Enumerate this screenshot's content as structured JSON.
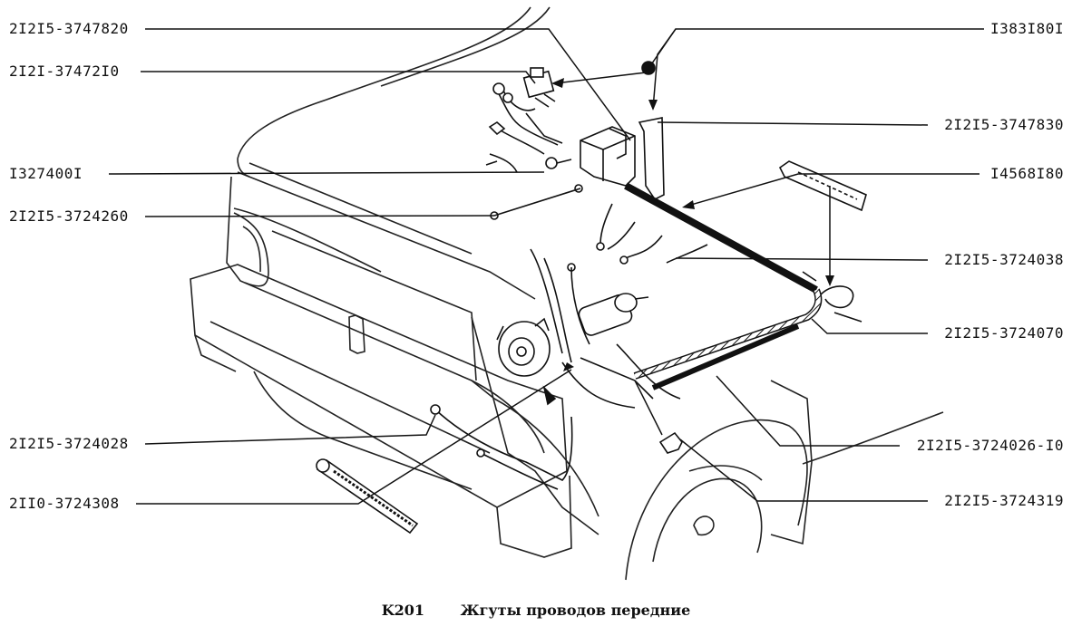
{
  "caption": {
    "code": "K201",
    "title": "Жгуты проводов передние"
  },
  "callouts_left": [
    {
      "id": "l1",
      "label": "2I2I5-3747820"
    },
    {
      "id": "l2",
      "label": "2I2I-37472I0"
    },
    {
      "id": "l3",
      "label": "I327400I"
    },
    {
      "id": "l4",
      "label": "2I2I5-3724260"
    },
    {
      "id": "l5",
      "label": "2I2I5-3724028"
    },
    {
      "id": "l6",
      "label": "2II0-3724308"
    }
  ],
  "callouts_right": [
    {
      "id": "r1",
      "label": "I383I80I"
    },
    {
      "id": "r2",
      "label": "2I2I5-3747830"
    },
    {
      "id": "r3",
      "label": "I4568I80"
    },
    {
      "id": "r4",
      "label": "2I2I5-3724038"
    },
    {
      "id": "r5",
      "label": "2I2I5-3724070"
    },
    {
      "id": "r6",
      "label": "2I2I5-3724026-I0"
    },
    {
      "id": "r7",
      "label": "2I2I5-3724319"
    }
  ]
}
